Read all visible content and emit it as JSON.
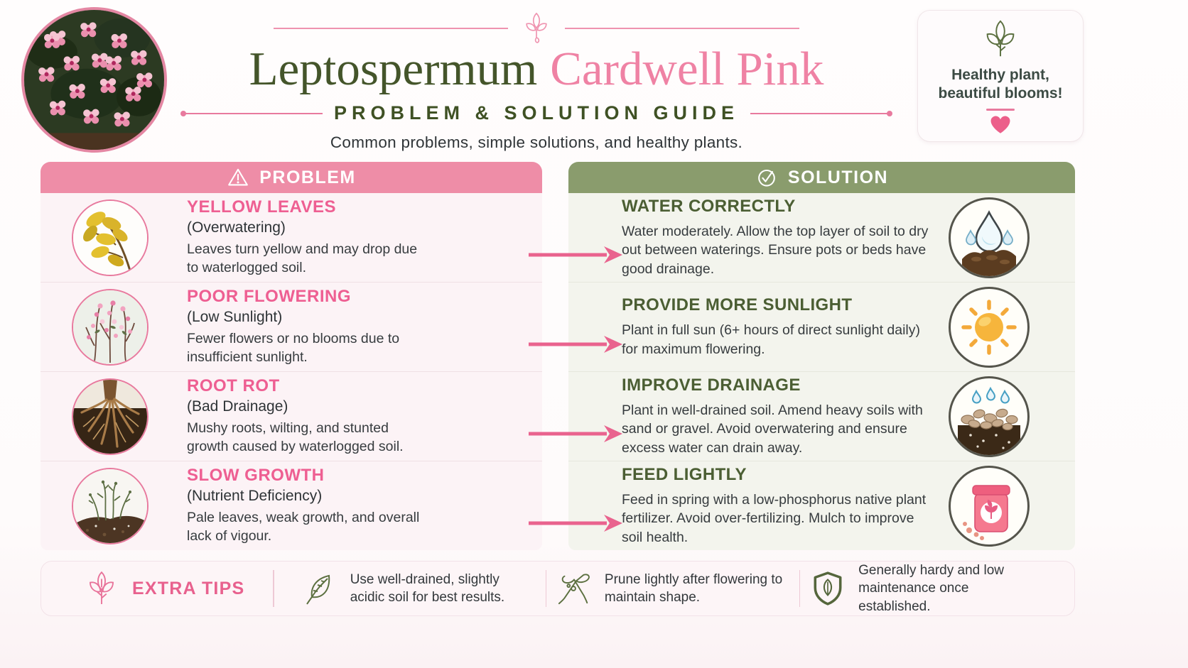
{
  "header": {
    "title": {
      "genus": "Leptospermum",
      "variety": "Cardwell Pink"
    },
    "subtitle": "PROBLEM & SOLUTION GUIDE",
    "tagline": "Common problems, simple solutions, and healthy plants.",
    "badge": {
      "line1": "Healthy plant,",
      "line2": "beautiful blooms!"
    }
  },
  "problem_column": {
    "header": "PROBLEM",
    "rows": [
      {
        "title": "YELLOW LEAVES",
        "cause": "(Overwatering)",
        "description": "Leaves turn yellow and may drop due to waterlogged soil.",
        "icon": "yellow-leaves-photo"
      },
      {
        "title": "POOR FLOWERING",
        "cause": "(Low Sunlight)",
        "description": "Fewer flowers or no blooms due to insufficient sunlight.",
        "icon": "pink-flower-sprigs-photo"
      },
      {
        "title": "ROOT ROT",
        "cause": "(Bad Drainage)",
        "description": "Mushy roots, wilting, and stunted growth caused by waterlogged soil.",
        "icon": "roots-photo"
      },
      {
        "title": "SLOW GROWTH",
        "cause": "(Nutrient Deficiency)",
        "description": "Pale leaves, weak growth, and overall lack of vigour.",
        "icon": "seedling-photo"
      }
    ]
  },
  "solution_column": {
    "header": "SOLUTION",
    "rows": [
      {
        "title": "WATER CORRECTLY",
        "description": "Water moderately. Allow the top layer of soil to dry out between waterings. Ensure pots or beds have good drainage.",
        "icon": "water-drops-soil-icon"
      },
      {
        "title": "PROVIDE MORE SUNLIGHT",
        "description": "Plant in full sun (6+ hours of direct sunlight daily) for maximum flowering.",
        "icon": "sun-icon"
      },
      {
        "title": "IMPROVE DRAINAGE",
        "description": "Plant in well-drained soil. Amend heavy soils with sand or gravel. Avoid overwatering and ensure excess water can drain away.",
        "icon": "drainage-gravel-icon"
      },
      {
        "title": "FEED LIGHTLY",
        "description": "Feed in spring with a low-phosphorus native plant fertilizer. Avoid over-fertilizing. Mulch to improve soil health.",
        "icon": "fertilizer-bag-icon"
      }
    ]
  },
  "footer": {
    "label": "EXTRA TIPS",
    "tips": [
      {
        "text": "Use well-drained, slightly acidic soil for best results.",
        "icon": "leaf-icon"
      },
      {
        "text": "Prune lightly after flowering to maintain shape.",
        "icon": "pruning-shears-icon"
      },
      {
        "text": "Generally hardy and low maintenance once established.",
        "icon": "shield-leaf-icon"
      }
    ]
  },
  "colors": {
    "accent_pink": "#e9638e",
    "problem_header_pink": "#ee8da7",
    "solution_header_green": "#8a9c6d",
    "title_green": "#44552a",
    "title_pink": "#ef82a4",
    "problem_title_pink": "#ee5f92",
    "solution_title_green": "#4b5e33",
    "text_dark": "#34393b"
  }
}
